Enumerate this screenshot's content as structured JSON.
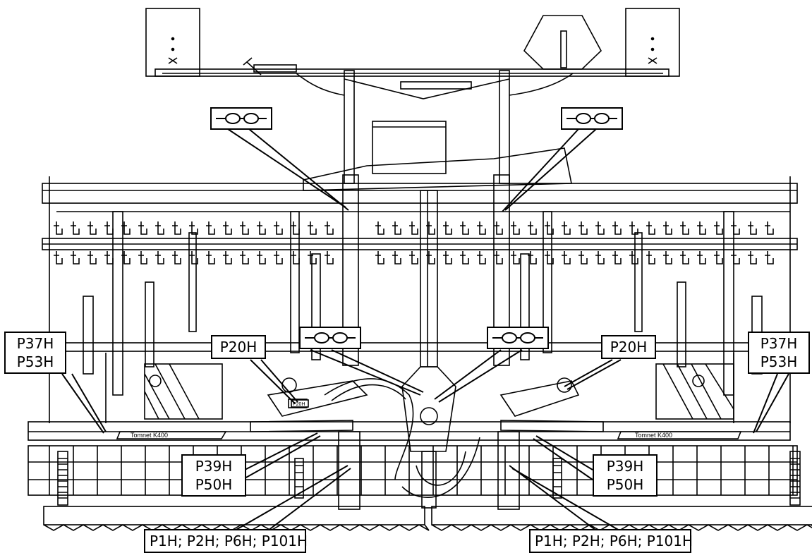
{
  "figure": {
    "decal_text": "P20H",
    "brand_left": "Tomnet K400",
    "brand_right": "Tomnet K400",
    "icons": [
      "chain-link-icon"
    ]
  },
  "labels": {
    "top_left_chain": "chain-link-icon",
    "top_right_chain": "chain-link-icon",
    "mid_left_chain": "chain-link-icon",
    "mid_right_chain": "chain-link-icon",
    "left_p37": "P37H",
    "left_p53": "P53H",
    "right_p37": "P37H",
    "right_p53": "P53H",
    "left_p20": "P20H",
    "right_p20": "P20H",
    "left_p39": "P39H",
    "left_p50": "P50H",
    "right_p39": "P39H",
    "right_p50": "P50H",
    "bottom_left": "P1H; P2H; P6H; P101H",
    "bottom_right": "P1H; P2H; P6H; P101H"
  },
  "colors": {
    "line": "#000000",
    "paper": "#ffffff"
  }
}
